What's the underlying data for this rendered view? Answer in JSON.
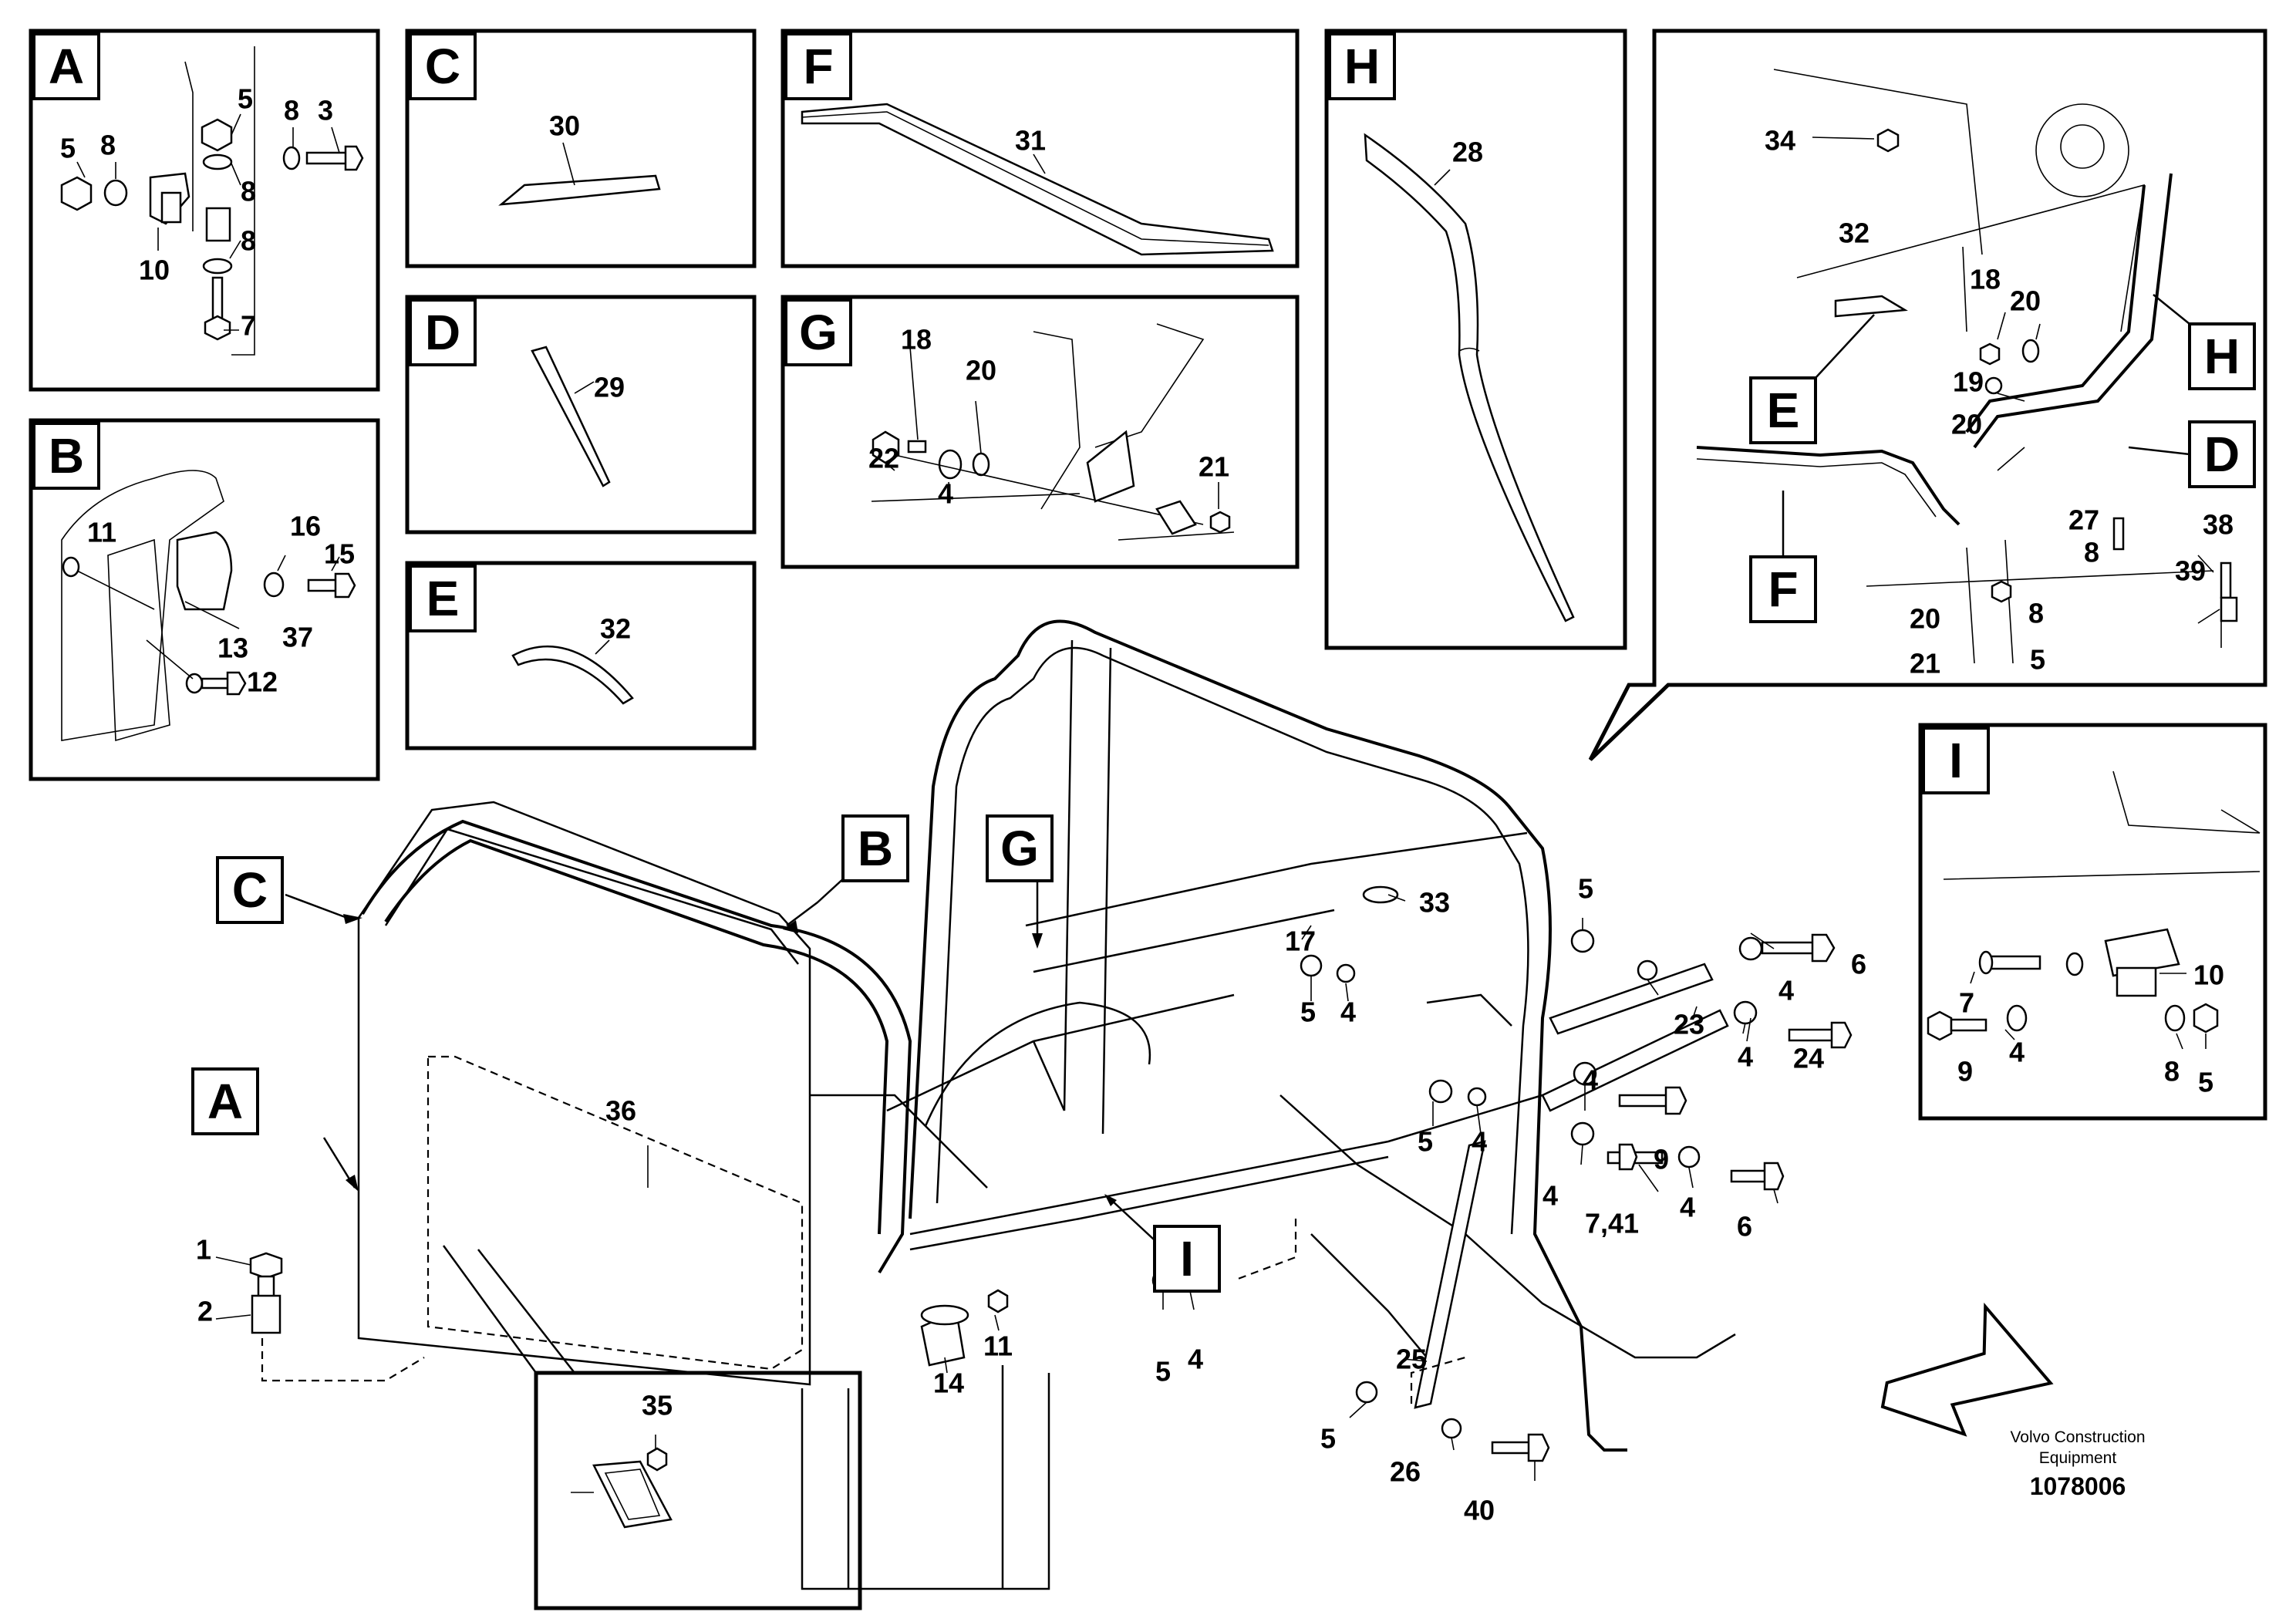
{
  "detail_labels": {
    "A": "A",
    "B": "B",
    "C": "C",
    "D": "D",
    "E": "E",
    "F": "F",
    "G": "G",
    "H": "H",
    "I": "I"
  },
  "callouts": {
    "a_5a": "5",
    "a_5b": "5",
    "a_8a": "8",
    "a_8b": "8",
    "a_8c": "8",
    "a_8d": "8",
    "a_3": "3",
    "a_10": "10",
    "a_7": "7",
    "b_11": "11",
    "b_16": "16",
    "b_15": "15",
    "b_37": "37",
    "b_13": "13",
    "b_12": "12",
    "c_30": "30",
    "d_29": "29",
    "e_32": "32",
    "f_31": "31",
    "h_28": "28",
    "g_18": "18",
    "g_20": "20",
    "g_22": "22",
    "g_4": "4",
    "g_21": "21",
    "hd_34": "34",
    "hd_32": "32",
    "hd_18": "18",
    "hd_20a": "20",
    "hd_19": "19",
    "hd_20b": "20",
    "hd_27": "27",
    "hd_38": "38",
    "hd_8a": "8",
    "hd_39": "39",
    "hd_20c": "20",
    "hd_8b": "8",
    "hd_21": "21",
    "hd_5": "5",
    "i_7": "7",
    "i_10": "10",
    "i_9": "9",
    "i_4": "4",
    "i_8": "8",
    "i_5": "5",
    "m_36": "36",
    "m_1": "1",
    "m_2": "2",
    "m_35": "35",
    "m_14": "14",
    "m_11": "11",
    "m_5a": "5",
    "m_4a": "4",
    "m_17": "17",
    "m_33": "33",
    "m_5b": "5",
    "m_4b": "4",
    "m_6a": "6",
    "m_4c": "4",
    "m_23": "23",
    "m_4d": "4",
    "m_24": "24",
    "m_5c": "5",
    "m_4e": "4",
    "m_9": "9",
    "m_741": "7,41",
    "m_4f": "4",
    "m_4g": "4",
    "m_6b": "6",
    "m_5d": "5",
    "m_4h": "4",
    "m_25": "25",
    "m_5e": "5",
    "m_26": "26",
    "m_40": "40"
  },
  "footer": {
    "brand_line1": "Volvo Construction",
    "brand_line2": "Equipment",
    "doc_number": "1078006"
  }
}
